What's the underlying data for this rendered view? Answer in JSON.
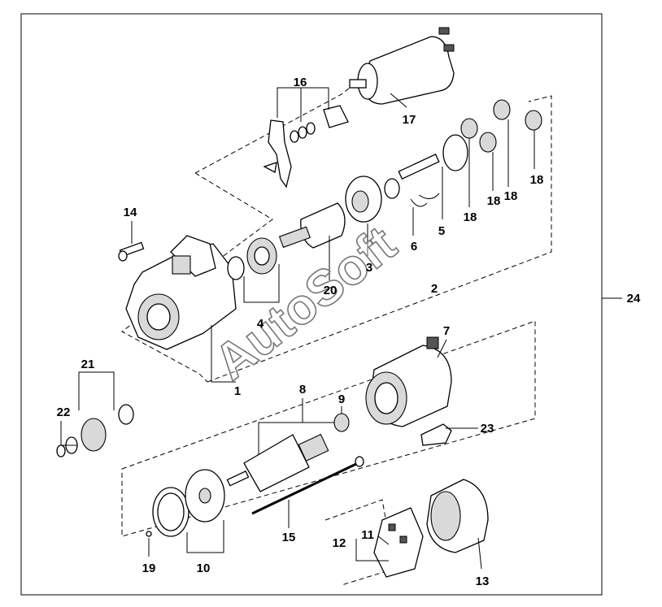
{
  "watermark": "AutoSoft",
  "callouts": {
    "c1": "1",
    "c2": "2",
    "c3": "3",
    "c4": "4",
    "c5": "5",
    "c6": "6",
    "c7": "7",
    "c8": "8",
    "c9": "9",
    "c10": "10",
    "c11": "11",
    "c12": "12",
    "c13": "13",
    "c14": "14",
    "c15": "15",
    "c16": "16",
    "c17": "17",
    "c18a": "18",
    "c18b": "18",
    "c18c": "18",
    "c18d": "18",
    "c19": "19",
    "c20": "20",
    "c21": "21",
    "c22": "22",
    "c23": "23",
    "c24": "24"
  }
}
